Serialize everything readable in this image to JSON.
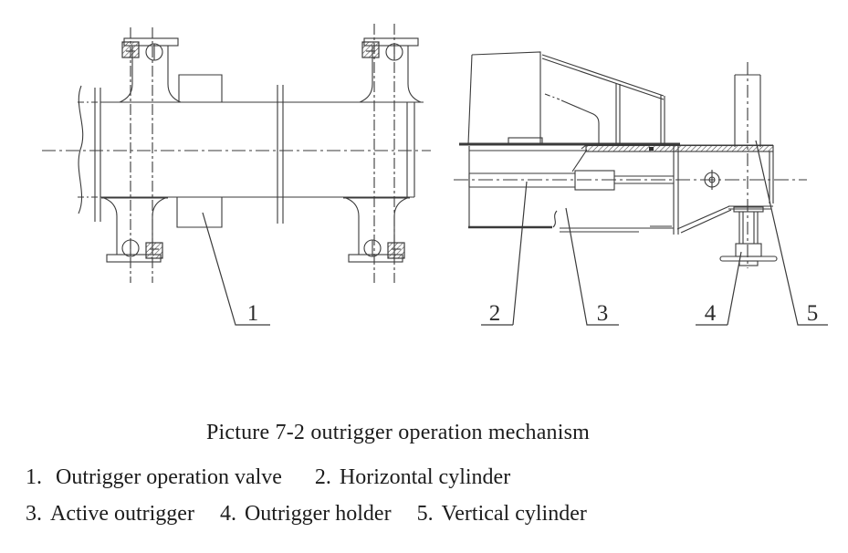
{
  "page": {
    "background": "#ffffff",
    "line_color": "#3a3a3a",
    "text_color": "#1c1c1c"
  },
  "figure": {
    "caption": "Picture 7-2 outrigger operation mechanism",
    "callouts": [
      {
        "number": "1",
        "label": "Outrigger operation valve"
      },
      {
        "number": "2",
        "label": "Horizontal cylinder"
      },
      {
        "number": "3",
        "label": "Active outrigger"
      },
      {
        "number": "4",
        "label": "Outrigger holder"
      },
      {
        "number": "5",
        "label": "Vertical cylinder"
      }
    ]
  },
  "legend": {
    "rows": [
      {
        "items": [
          {
            "num": "1.",
            "label": "Outrigger operation valve"
          },
          {
            "num": "2.",
            "label": "Horizontal cylinder"
          }
        ]
      },
      {
        "items": [
          {
            "num": "3.",
            "label": "Active outrigger"
          },
          {
            "num": "4.",
            "label": "Outrigger holder"
          },
          {
            "num": "5.",
            "label": "Vertical cylinder"
          }
        ]
      }
    ]
  }
}
